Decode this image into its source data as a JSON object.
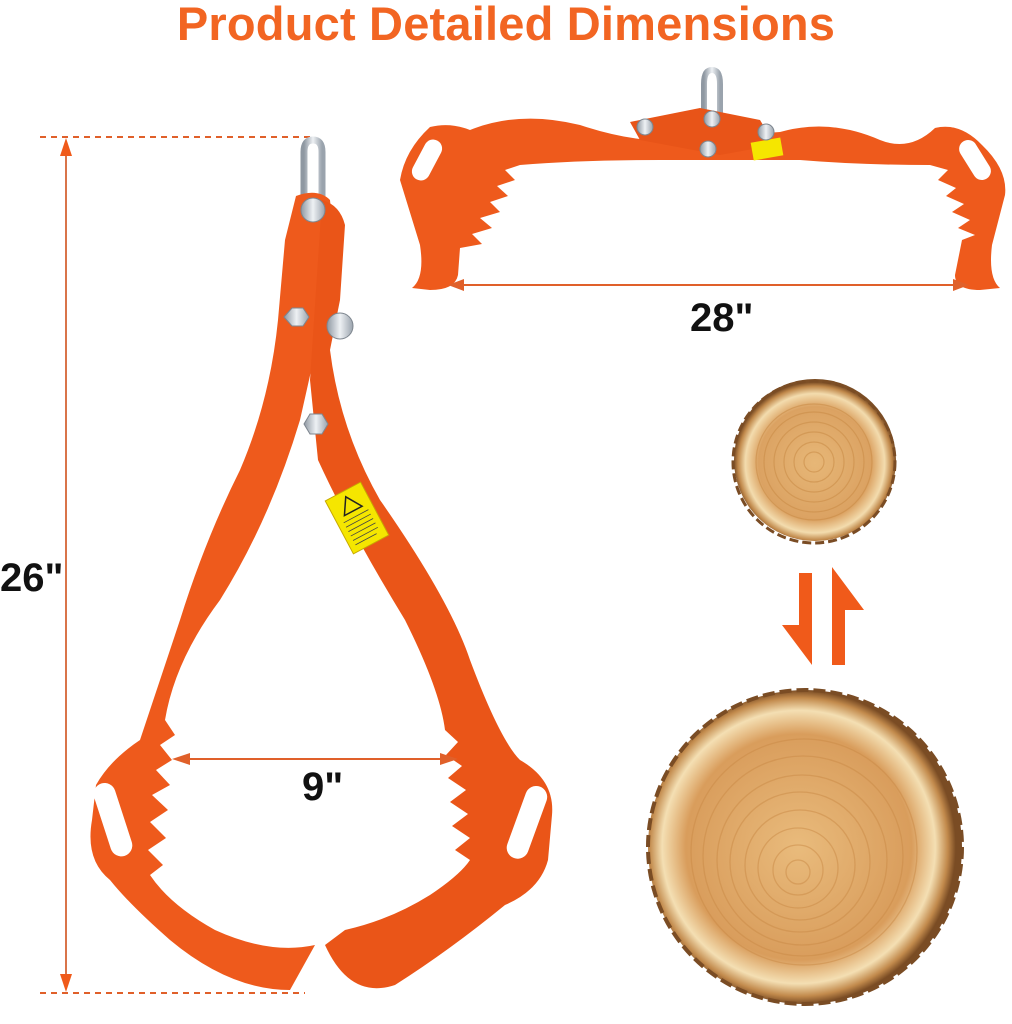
{
  "header": {
    "title": "Product Detailed Dimensions"
  },
  "colors": {
    "accent": "#f26522",
    "tool_orange": "#ee5a1c",
    "tool_orange_dark": "#d9480f",
    "dimension_line": "#e0602a",
    "label_text": "#111111",
    "warning_label": "#f5e600",
    "steel": "#c9ced4",
    "wood_light": "#f3d9a8",
    "wood_mid": "#d9a05a",
    "bark": "#8a5a2b"
  },
  "dimensions": {
    "height_label": "26\"",
    "length_label": "28\"",
    "jaw_opening_label": "9\""
  },
  "illustrations": {
    "vertical_tongs": "log-tongs-vertical-view",
    "horizontal_tongs": "log-tongs-horizontal-view",
    "small_log": "small-log-slice",
    "large_log": "large-log-slice",
    "swap_arrows": "up-down-arrows-icon",
    "warning_sticker": "warning-label-icon"
  }
}
